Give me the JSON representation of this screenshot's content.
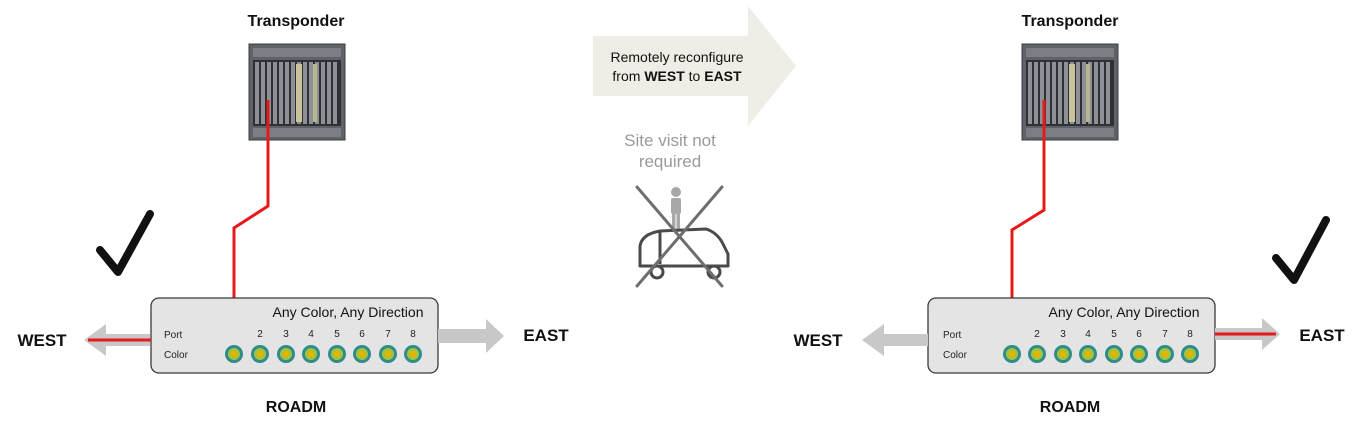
{
  "left_panel": {
    "transponder_label": "Transponder",
    "roadm_title": "Any Color, Any Direction",
    "port_label": "Port",
    "color_label": "Color",
    "port_numbers": [
      "2",
      "3",
      "4",
      "5",
      "6",
      "7",
      "8"
    ],
    "west_label": "WEST",
    "east_label": "EAST",
    "roadm_label": "ROADM",
    "active_direction": "WEST"
  },
  "right_panel": {
    "transponder_label": "Transponder",
    "roadm_title": "Any Color, Any Direction",
    "port_label": "Port",
    "color_label": "Color",
    "port_numbers": [
      "2",
      "3",
      "4",
      "5",
      "6",
      "7",
      "8"
    ],
    "west_label": "WEST",
    "east_label": "EAST",
    "roadm_label": "ROADM",
    "active_direction": "EAST"
  },
  "middle": {
    "arrow_line1": "Remotely reconfigure",
    "arrow_line2_prefix": "from ",
    "arrow_line2_from": "WEST",
    "arrow_line2_mid": " to ",
    "arrow_line2_to": "EAST",
    "note_line1": "Site visit not",
    "note_line2": "required"
  },
  "colors": {
    "signal": "#e8191a",
    "arrow_gray": "#c8c8c8",
    "callout_fill": "#efeee6",
    "port_ring_outer": "#2f8c8c",
    "port_ring_mid": "#a6c23a",
    "port_core": "#e8b400"
  },
  "icons": [
    "check-mark-icon",
    "service-van-icon",
    "technician-icon",
    "cross-out-icon"
  ]
}
